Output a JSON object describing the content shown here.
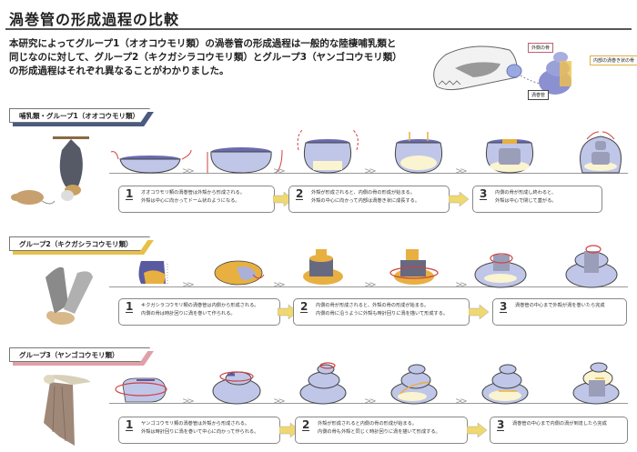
{
  "title": "渦巻管の形成過程の比較",
  "intro": {
    "lines": [
      "本研究によってグループ1（オオコウモリ類）の渦巻管の形成過程は一般的な陸棲哺乳類と",
      "同じなのに対して、グループ2（キクガシラコウモリ類）とグループ3（ヤンゴコウモリ類）",
      "の形成過程はそれぞれ異なることがわかりました。"
    ]
  },
  "diagram": {
    "outer_bone_label": "外側の骨",
    "inner_bone_label": "内部の渦巻き状の骨",
    "cochlea_label": "渦巻管"
  },
  "colors": {
    "group1_accent": "#4a5a80",
    "group2_accent": "#e8c048",
    "group3_accent": "#e0a0a8",
    "bone_blue": "#b8bfe0",
    "bone_dark": "#5a5aa0",
    "inner_yellow": "#fbf4d0",
    "gold": "#e8b040",
    "red_arrow": "#d04040",
    "step_arrow": "#f0d870"
  },
  "groups": [
    {
      "label": "哺乳類・グループ1（オオコウモリ類）",
      "steps": [
        {
          "num": "1",
          "lines": [
            "オオコウモリ類の渦巻管は外殻から形成される。",
            "外殻は中心に向かってドーム状のようになる。"
          ]
        },
        {
          "num": "2",
          "lines": [
            "外殻が形成されると、内側の骨の形成が始まる。",
            "外殻の中心に向かって内部は渦巻き状に成長する。"
          ]
        },
        {
          "num": "3",
          "lines": [
            "内側の骨が形成し終わると、",
            "外殻は中心で閉じて蓋がる。"
          ]
        }
      ]
    },
    {
      "label": "グループ2（キクガシラコウモリ類）",
      "steps": [
        {
          "num": "1",
          "lines": [
            "キクガシラコウモリ類の渦巻管は内側から形成される。",
            "内側の骨は時計回りに渦を巻いて作られる。"
          ]
        },
        {
          "num": "2",
          "lines": [
            "内側の骨が形成されると、外殻の骨の形成が始まる。",
            "内側の骨に沿うように外殻も時計回りに渦を描いて形成する。"
          ]
        },
        {
          "num": "3",
          "lines": [
            "渦巻管の中心まで外殻が渦を巻いたら完成"
          ]
        }
      ]
    },
    {
      "label": "グループ3（ヤンゴコウモリ類）",
      "steps": [
        {
          "num": "1",
          "lines": [
            "ヤンゴコウモリ類の渦巻管は外殻から形成される。",
            "外殻は時計回りに渦を巻いて中心に向かって作られる。"
          ]
        },
        {
          "num": "2",
          "lines": [
            "外殻が形成されると内側の骨の形成が始まる。",
            "内側の骨も外殻と同じく時計回りに渦を描いて形成する。"
          ]
        },
        {
          "num": "3",
          "lines": [
            "渦巻管の中心まで内側の渦が到達したら完成"
          ]
        }
      ]
    }
  ]
}
